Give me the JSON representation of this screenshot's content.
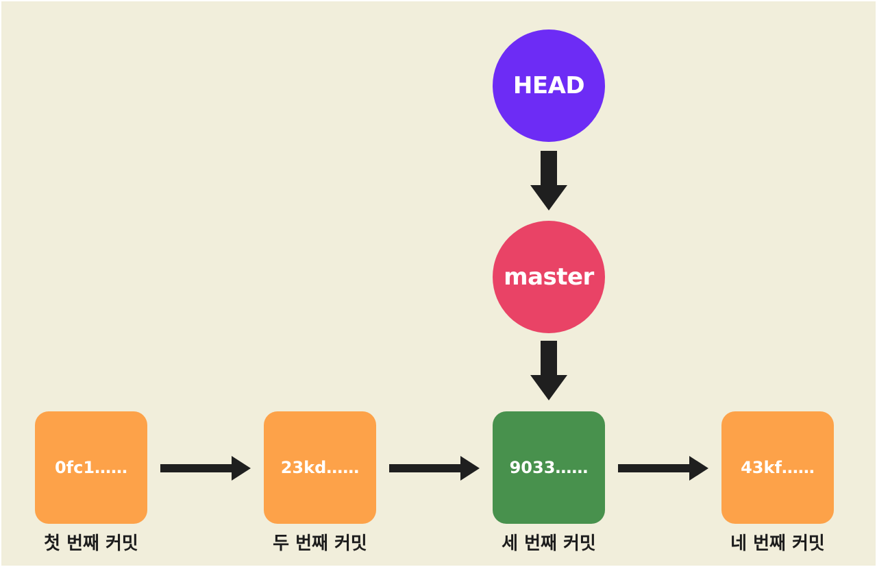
{
  "pointers": {
    "head": {
      "label": "HEAD",
      "color": "#6d2cf5"
    },
    "master": {
      "label": "master",
      "color": "#e94366"
    }
  },
  "commits": [
    {
      "hash": "0fc1……",
      "label": "첫 번째 커밋",
      "color": "#fda249"
    },
    {
      "hash": "23kd……",
      "label": "두 번째 커밋",
      "color": "#fda249"
    },
    {
      "hash": "9033……",
      "label": "세 번째 커밋",
      "color": "#48914d"
    },
    {
      "hash": "43kf……",
      "label": "네 번째 커밋",
      "color": "#fda249"
    }
  ],
  "colors": {
    "background": "#f1eedb",
    "arrow": "#1f1f1f",
    "label_text": "#1c1c1c"
  }
}
